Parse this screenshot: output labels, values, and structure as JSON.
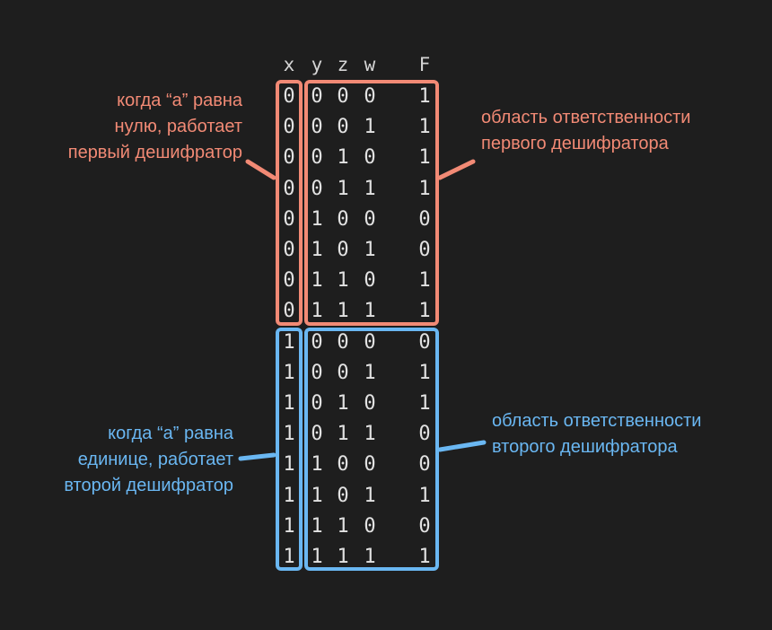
{
  "table": {
    "headers": [
      "x",
      "y",
      "z",
      "w",
      "F"
    ],
    "rows": [
      [
        "0",
        "0",
        "0",
        "0",
        "1"
      ],
      [
        "0",
        "0",
        "0",
        "1",
        "1"
      ],
      [
        "0",
        "0",
        "1",
        "0",
        "1"
      ],
      [
        "0",
        "0",
        "1",
        "1",
        "1"
      ],
      [
        "0",
        "1",
        "0",
        "0",
        "0"
      ],
      [
        "0",
        "1",
        "0",
        "1",
        "0"
      ],
      [
        "0",
        "1",
        "1",
        "0",
        "1"
      ],
      [
        "0",
        "1",
        "1",
        "1",
        "1"
      ],
      [
        "1",
        "0",
        "0",
        "0",
        "0"
      ],
      [
        "1",
        "0",
        "0",
        "1",
        "1"
      ],
      [
        "1",
        "0",
        "1",
        "0",
        "1"
      ],
      [
        "1",
        "0",
        "1",
        "1",
        "0"
      ],
      [
        "1",
        "1",
        "0",
        "0",
        "0"
      ],
      [
        "1",
        "1",
        "0",
        "1",
        "1"
      ],
      [
        "1",
        "1",
        "1",
        "0",
        "0"
      ],
      [
        "1",
        "1",
        "1",
        "1",
        "1"
      ]
    ]
  },
  "annotations": {
    "first_selector_condition": [
      "когда “a” равна",
      "нулю, работает",
      "первый дешифратор"
    ],
    "first_decoder_area": [
      "область ответственности",
      "первого дешифратора"
    ],
    "second_selector_condition": [
      "когда “a” равна",
      "единице, работает",
      "второй дешифратор"
    ],
    "second_decoder_area": [
      "область ответственности",
      "второго дешифратора"
    ]
  },
  "colors": {
    "background": "#1e1e1e",
    "first_decoder": "#f28a75",
    "second_decoder": "#6ab7f2",
    "table_text": "#e2e2e2"
  }
}
